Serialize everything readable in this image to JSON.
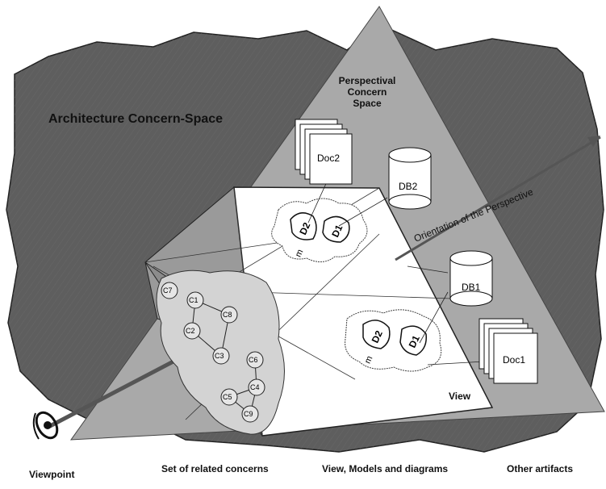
{
  "diagram": {
    "space_title": "Architecture Concern-Space",
    "perspective_title": [
      "Perspectival",
      "Concern",
      "Space"
    ],
    "orientation_label": "Orientation of the Perspective",
    "view_label": "View",
    "artifacts": {
      "doc2": "Doc2",
      "doc1": "Doc1",
      "db2": "DB2",
      "db1": "DB1"
    },
    "model_labels": {
      "upper_d1": "D1",
      "upper_d2": "D2",
      "upper_m": "m",
      "lower_d1": "D1",
      "lower_d2": "D2",
      "lower_m": "m"
    },
    "concerns": [
      "C7",
      "C1",
      "C8",
      "C2",
      "C3",
      "C6",
      "C4",
      "C5",
      "C9"
    ],
    "captions": {
      "viewpoint": "Viewpoint",
      "concerns": "Set of related concerns",
      "views": "View, Models and diagrams",
      "artifacts": "Other artifacts"
    },
    "colors": {
      "space_fill": "#5e5e5e",
      "perspective_fill": "#a9a9a9",
      "concern_blob_fill": "#d3d3d3",
      "view_plane_fill": "#ffffff"
    }
  }
}
